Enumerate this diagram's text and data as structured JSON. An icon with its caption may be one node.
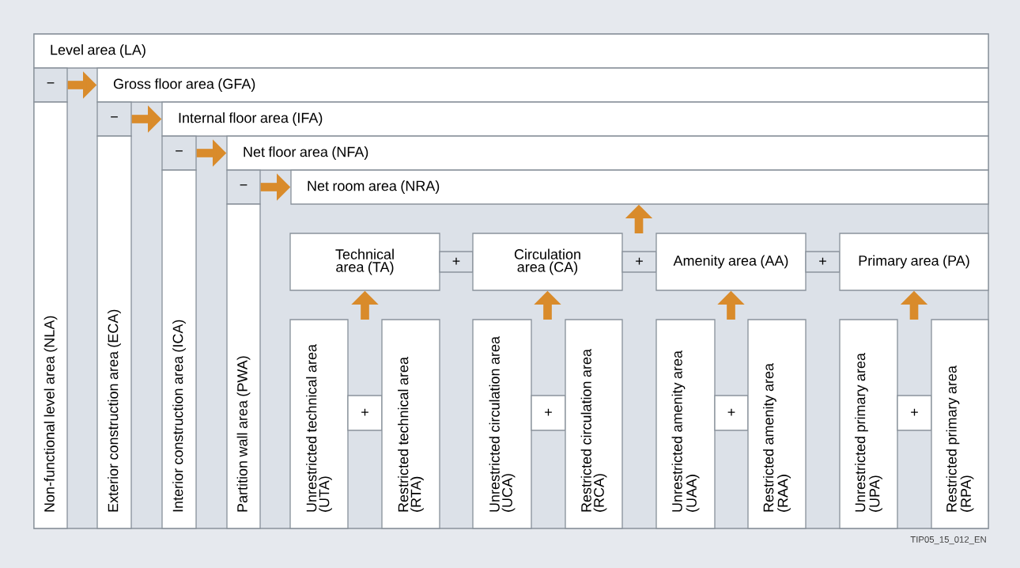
{
  "diagram": {
    "nodes": [
      {
        "text": [
          "Level area (LA)"
        ]
      },
      {
        "text": [
          "−"
        ]
      },
      {
        "text": [
          "Gross floor area (GFA)"
        ]
      },
      {
        "text": [
          "−"
        ]
      },
      {
        "text": [
          "Internal floor area (IFA)"
        ]
      },
      {
        "text": [
          "−"
        ]
      },
      {
        "text": [
          "Net floor area (NFA)"
        ]
      },
      {
        "text": [
          "−"
        ]
      },
      {
        "text": [
          "Net room area (NRA)"
        ]
      },
      {
        "text": [
          "Non-functional level area (NLA)"
        ]
      },
      {
        "text": [
          "Exterior construction area (ECA)"
        ]
      },
      {
        "text": [
          "Interior construction area (ICA)"
        ]
      },
      {
        "text": [
          "Partition wall area (PWA)"
        ]
      },
      {
        "text": [
          "Technical area (TA)"
        ]
      },
      {
        "text": [
          "+"
        ]
      },
      {
        "text": [
          "Circulation area (CA)"
        ]
      },
      {
        "text": [
          "+"
        ]
      },
      {
        "text": [
          "Amenity area (AA)"
        ]
      },
      {
        "text": [
          "+"
        ]
      },
      {
        "text": [
          "Primary area (PA)"
        ]
      },
      {
        "text": [
          "Unrestricted technical area (UTA)"
        ]
      },
      {
        "text": [
          "+"
        ]
      },
      {
        "text": [
          "Restricted technical area (RTA)"
        ]
      },
      {
        "text": [
          "Unrestricted circulation area (UCA)"
        ]
      },
      {
        "text": [
          "+"
        ]
      },
      {
        "text": [
          "Restricted circulation area (RCA)"
        ]
      },
      {
        "text": [
          "Unrestricted amenity area (UAA)"
        ]
      },
      {
        "text": [
          "+"
        ]
      },
      {
        "text": [
          "Restricted amenity area (RAA)"
        ]
      },
      {
        "text": [
          "Unrestricted primary area (UPA)"
        ]
      },
      {
        "text": [
          "+"
        ]
      },
      {
        "text": [
          "Restricted primary area (RPA)"
        ]
      }
    ],
    "edges": [
      {
        "from": 1,
        "to": 2,
        "arrow": "to"
      },
      {
        "from": 3,
        "to": 4,
        "arrow": "to"
      },
      {
        "from": 5,
        "to": 6,
        "arrow": "to"
      },
      {
        "from": 7,
        "to": 8,
        "arrow": "to"
      },
      {
        "from": null,
        "to": 8,
        "arrow": "to"
      },
      {
        "from": null,
        "to": 13,
        "arrow": "to"
      },
      {
        "from": null,
        "to": 15,
        "arrow": "to"
      },
      {
        "from": null,
        "to": 17,
        "arrow": "to"
      },
      {
        "from": null,
        "to": 19,
        "arrow": "to"
      }
    ],
    "labels": [
      "TIP05_15_012_EN"
    ]
  }
}
